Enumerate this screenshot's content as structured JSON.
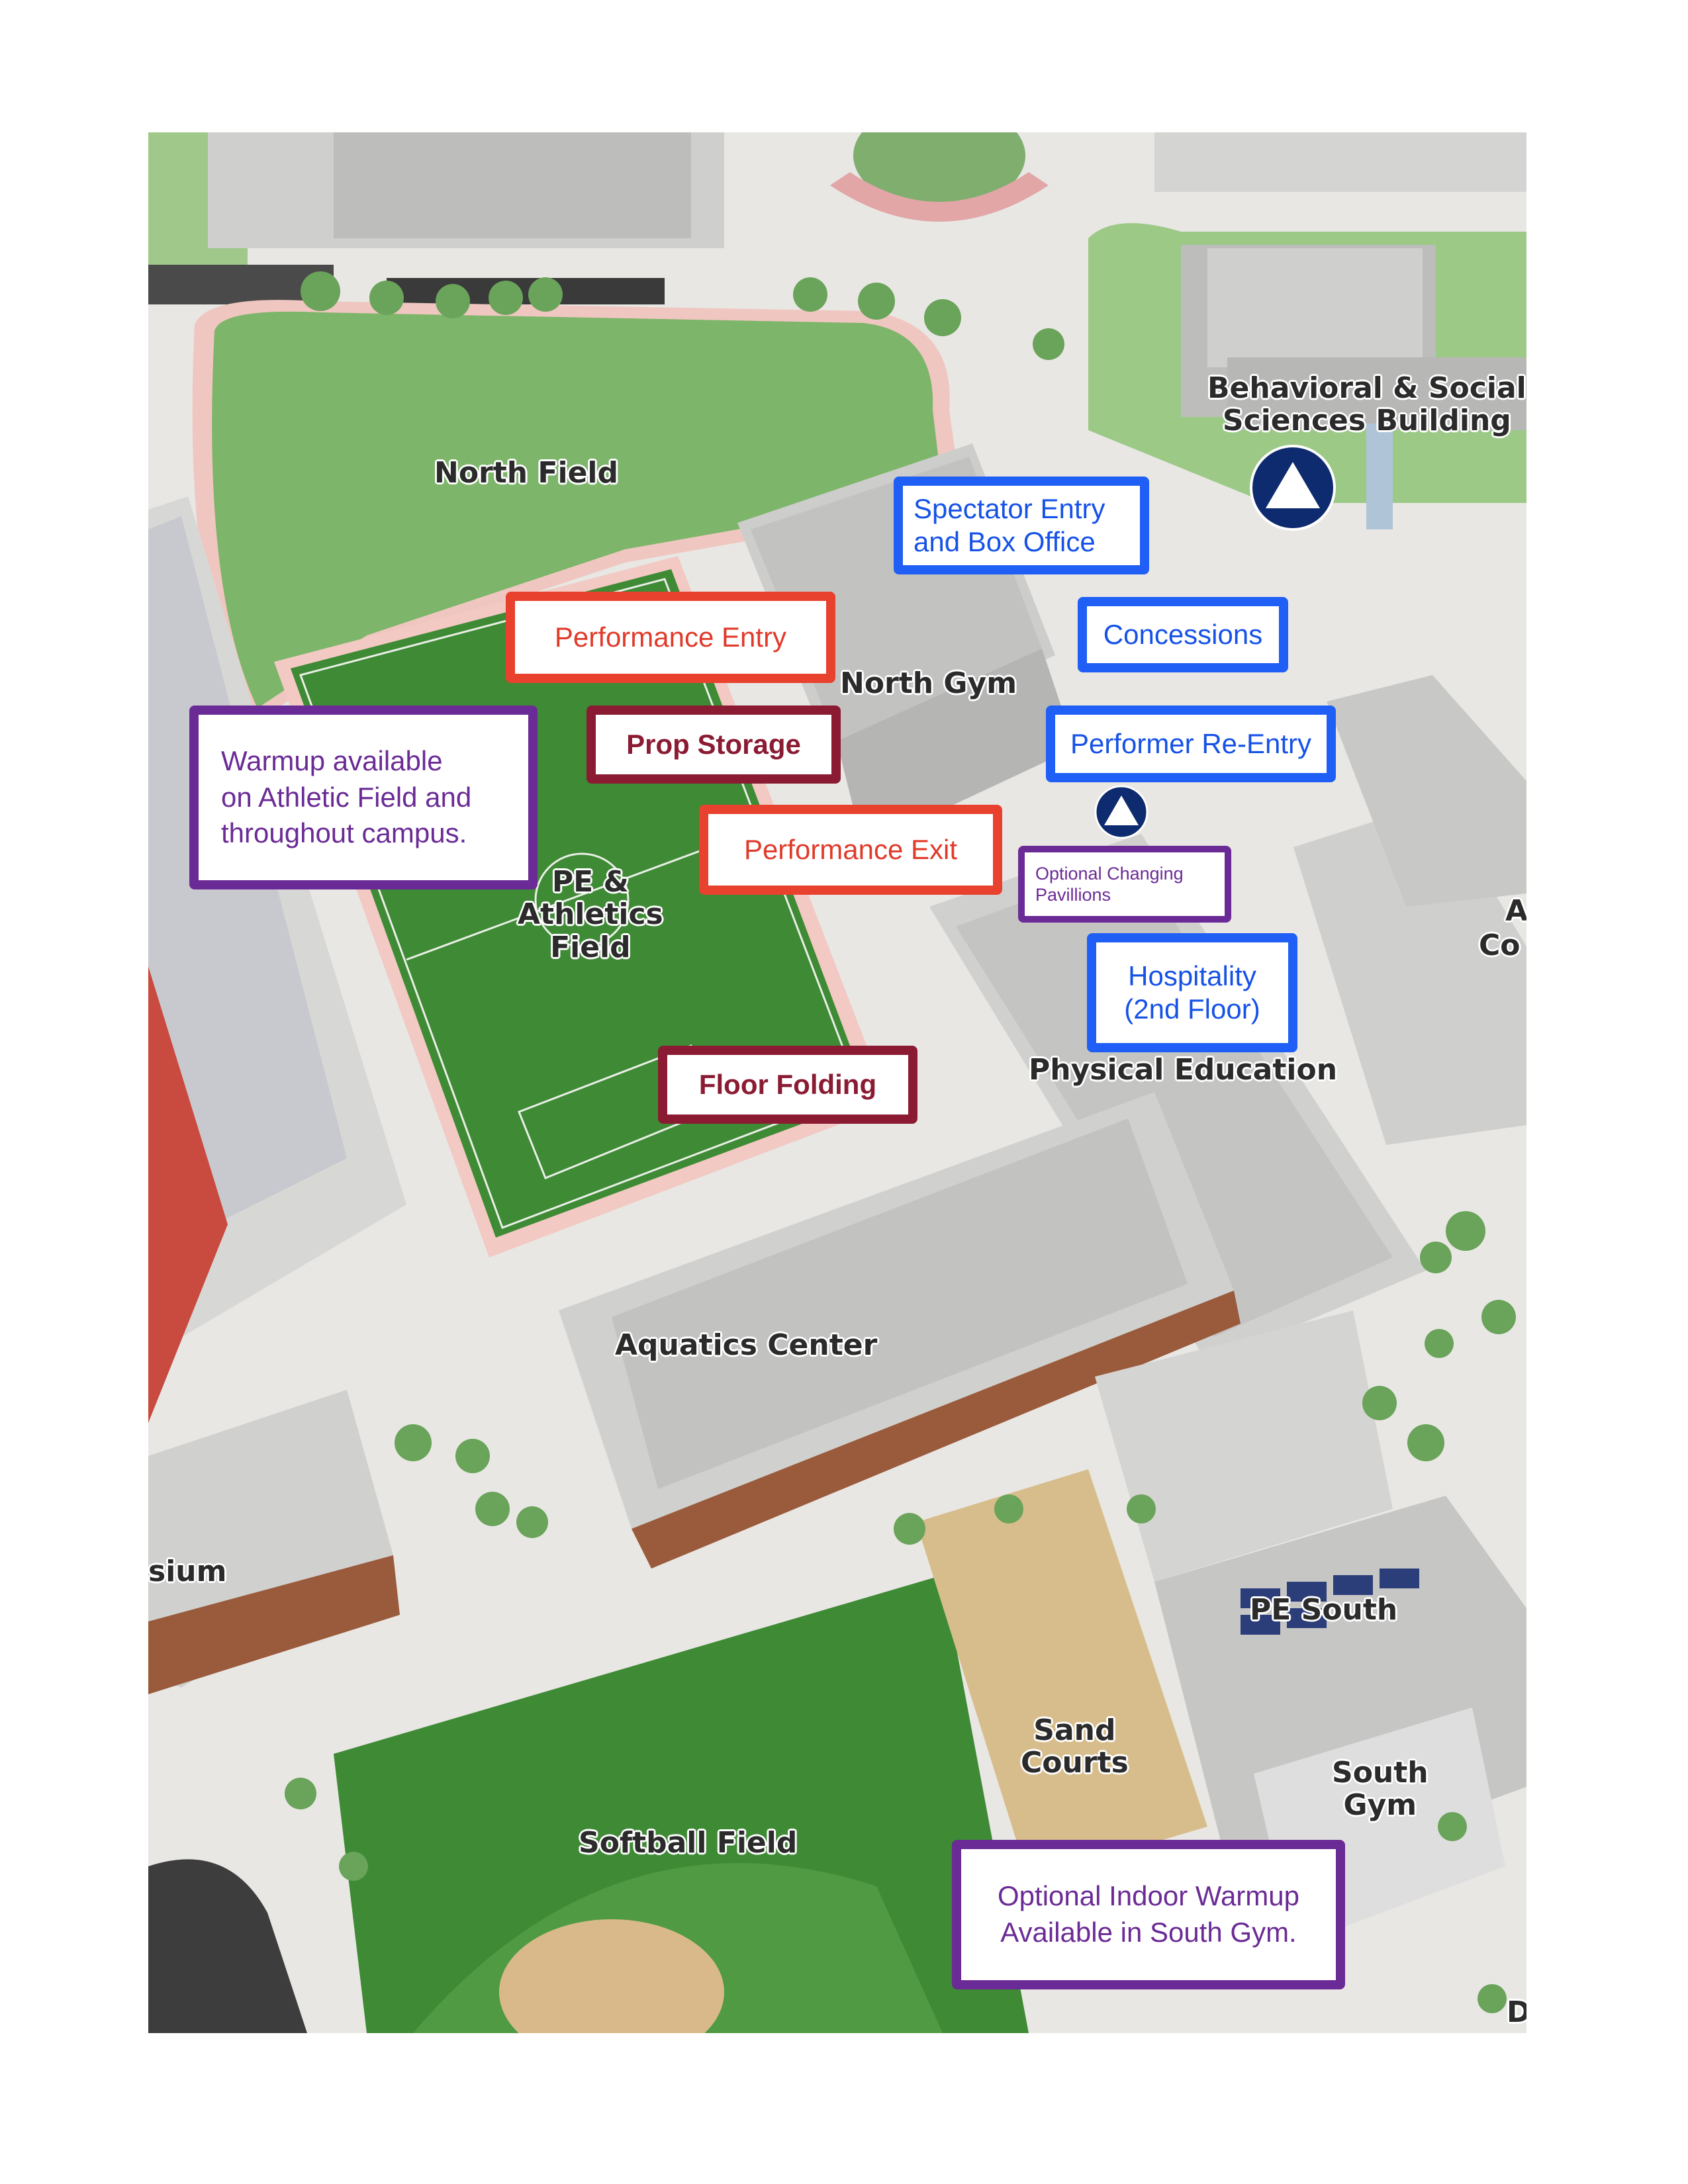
{
  "map_labels": {
    "north_field": "North Field",
    "north_gym": "North Gym",
    "behavioral_social": "Behavioral & Social\nSciences Building",
    "pe_athletics_field": "PE &\nAthletics\nField",
    "physical_education": "Physical Education",
    "aquatics_center": "Aquatics Center",
    "gymnasium_partial": "sium",
    "pe_south": "PE South",
    "sand_courts": "Sand\nCourts",
    "south_gym": "South\nGym",
    "softball_field": "Softball Field",
    "edge_a": "A",
    "edge_co": "Co",
    "edge_d": "D"
  },
  "callouts": {
    "performance_entry": "Performance Entry",
    "prop_storage": "Prop Storage",
    "performance_exit": "Performance Exit",
    "floor_folding": "Floor Folding",
    "spectator_entry": "Spectator Entry\nand Box Office",
    "concessions": "Concessions",
    "performer_reentry": "Performer Re-Entry",
    "hospitality": "Hospitality\n(2nd Floor)",
    "warmup_athletic": "Warmup available\non Athletic Field and\nthroughout campus.",
    "optional_changing": "Optional Changing\nPavillions",
    "optional_indoor": "Optional Indoor Warmup\nAvailable in South Gym."
  },
  "icons": {
    "entrance_marker_large": "triangle-marker-icon",
    "entrance_marker_small": "triangle-marker-icon"
  },
  "colors": {
    "red": "#e8412e",
    "maroon": "#8a1b33",
    "blue": "#1f5ff5",
    "purple": "#6b2b96",
    "marker": "#0d2b6e"
  }
}
